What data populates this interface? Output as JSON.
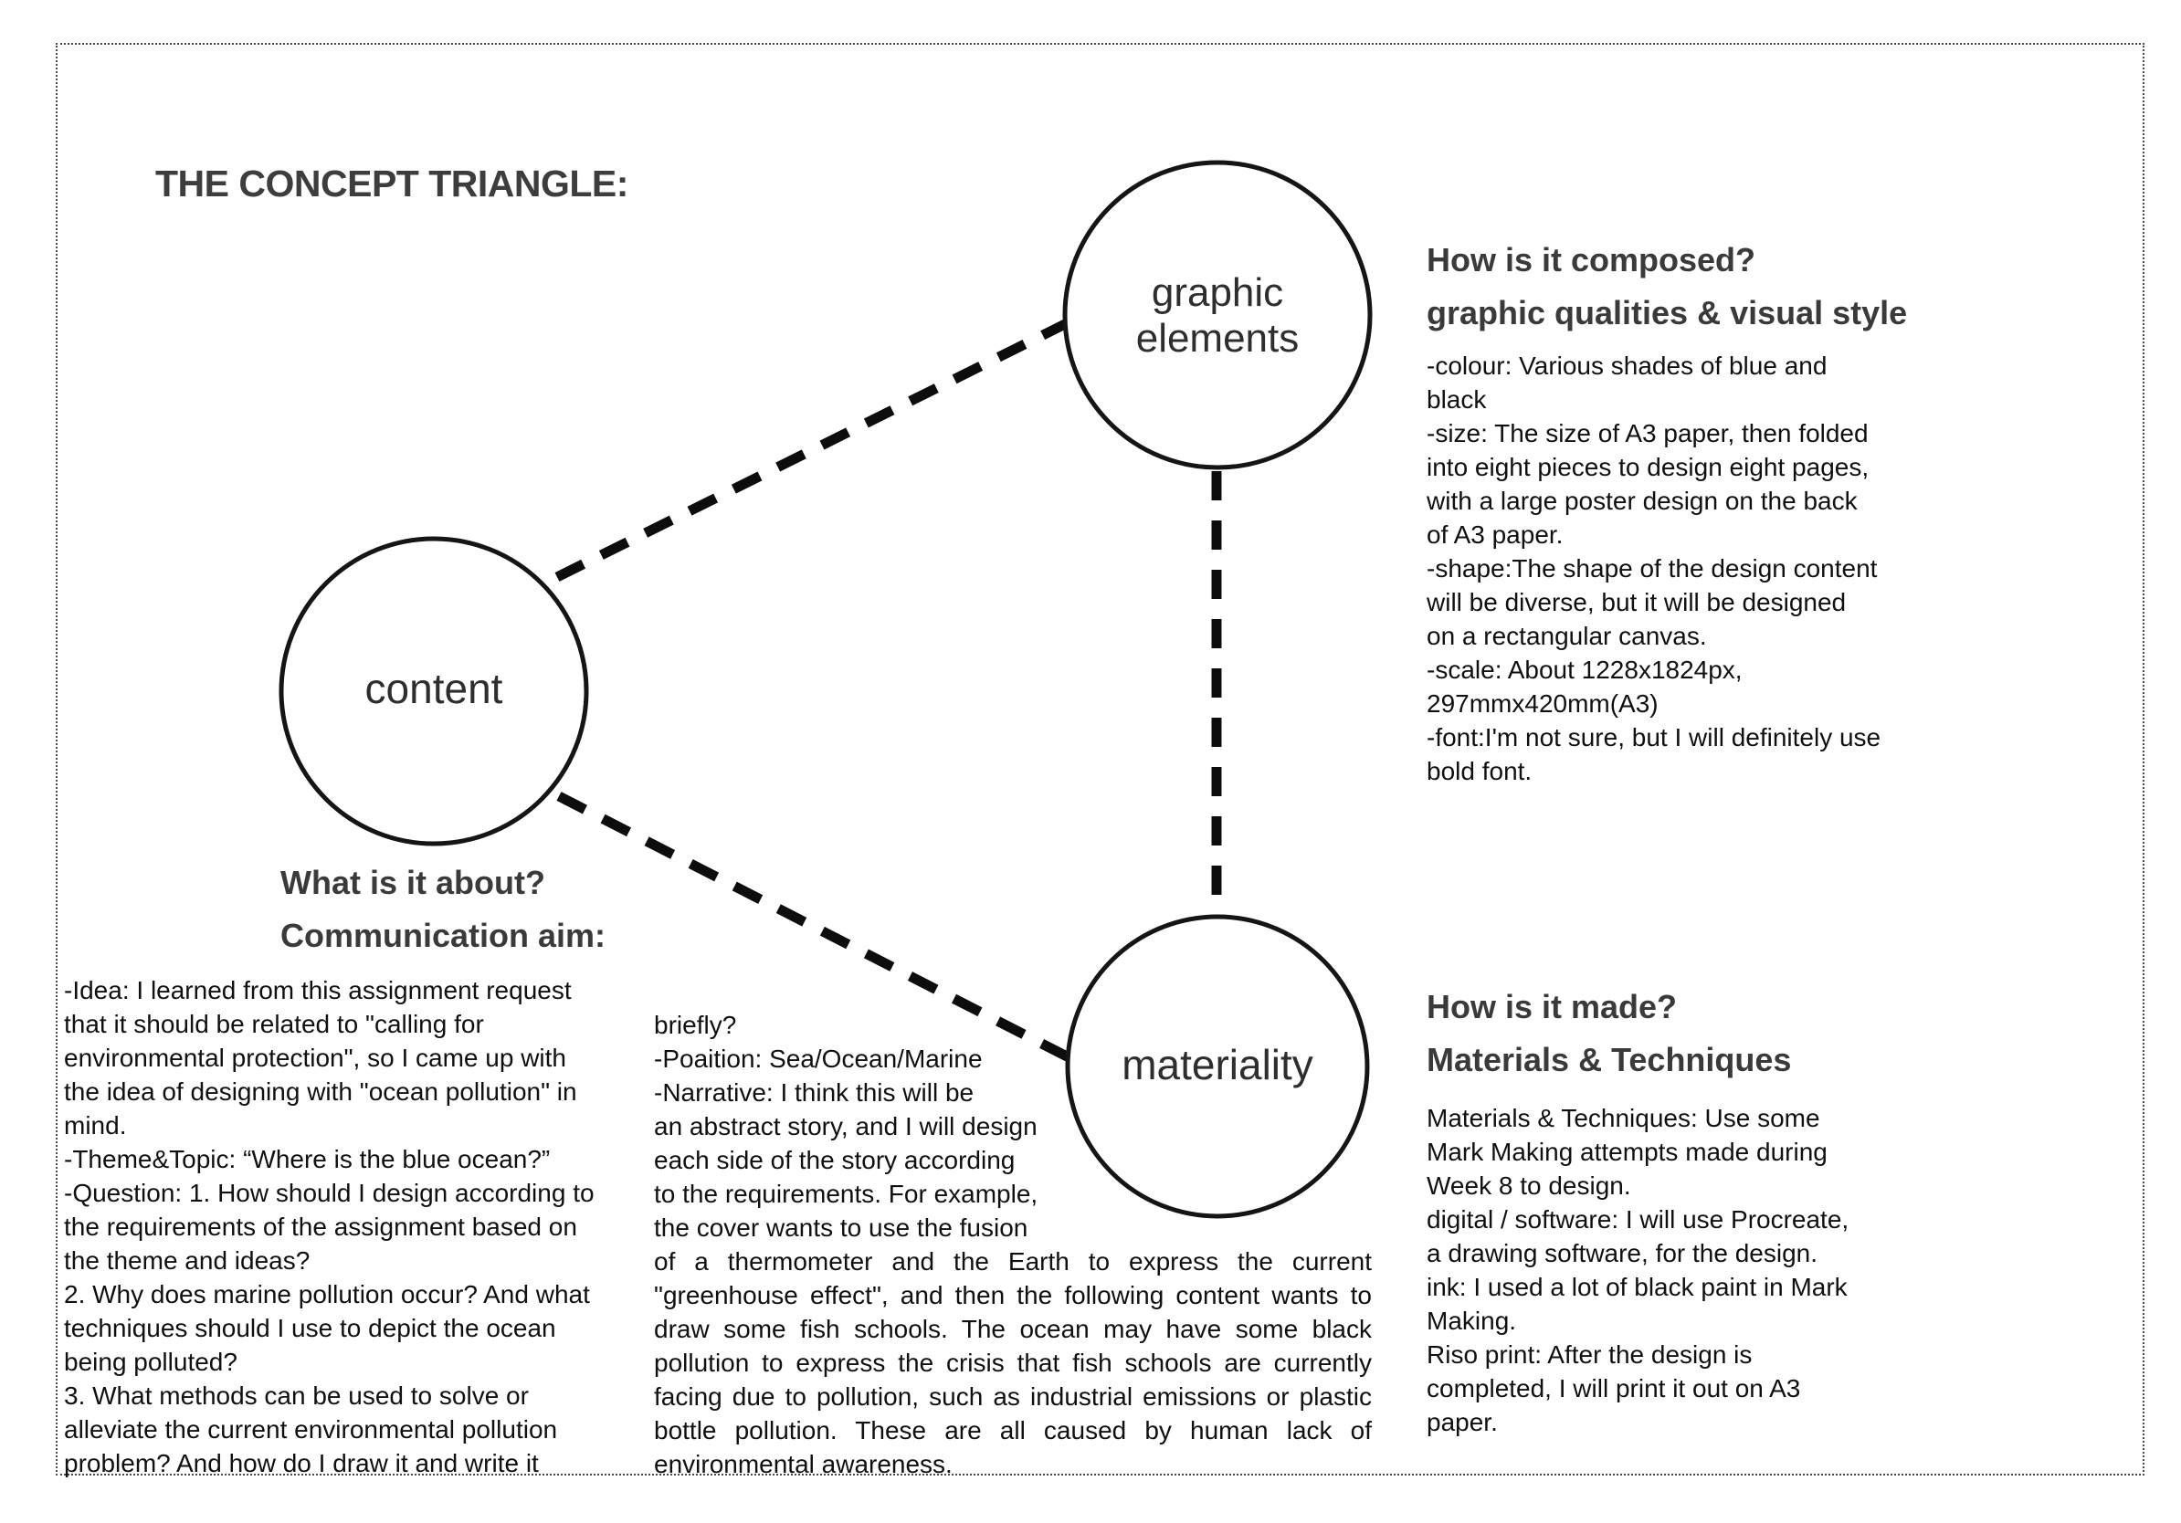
{
  "page": {
    "title": "THE CONCEPT TRIANGLE:"
  },
  "colors": {
    "ink": "#101010",
    "heading_gray": "#3a3a3a",
    "line_black": "#0d0d0d"
  },
  "triangle": {
    "nodes": {
      "graphic_elements": {
        "label_lines": [
          "graphic",
          "elements"
        ]
      },
      "content": {
        "label_lines": [
          "content"
        ]
      },
      "materiality": {
        "label_lines": [
          "materiality"
        ]
      }
    },
    "edges": [
      "content-to-graphic-elements",
      "content-to-materiality",
      "graphic-elements-to-materiality"
    ]
  },
  "sections": {
    "content": {
      "heading_lines": [
        "What is it about?",
        "Communication aim:"
      ],
      "body_lines": [
        "-Idea: I learned from this assignment request",
        "that it should be related to \"calling for",
        "environmental protection\", so I came up with",
        "the idea of designing with \"ocean pollution\" in",
        "mind.",
        "-Theme&Topic: “Where is the blue ocean?”",
        "-Question: 1. How should I design according to",
        "the requirements of the assignment based on",
        "the theme and ideas?",
        "2. Why does marine pollution occur? And what",
        "techniques should I use to depict the ocean",
        "being polluted?",
        "3. What methods can be used to solve or",
        "alleviate the current environmental pollution",
        "problem? And how do I draw it and write it"
      ],
      "continuation_lines": [
        "briefly?",
        "-Poaition: Sea/Ocean/Marine",
        "-Narrative: I think this will be",
        "an abstract story, and I will design",
        "each side of the story according",
        "to the requirements. For example,",
        "the cover wants to use the fusion"
      ],
      "continuation_justified": "of a thermometer and the Earth to express the current \"greenhouse effect\", and then the following content wants to draw some fish schools. The ocean may have some black pollution to express the crisis that fish schools are currently facing due to pollution, such as industrial emissions or plastic bottle pollution. These are all caused by human lack of environmental awareness."
    },
    "graphic_elements": {
      "heading_lines": [
        "How is it composed?",
        "graphic qualities & visual style"
      ],
      "body_lines": [
        "-colour: Various shades of blue and",
        "black",
        "-size: The size of A3 paper, then folded",
        "into eight pieces to design eight pages,",
        "with a large poster design on the back",
        "of A3 paper.",
        "-shape:The shape of the design content",
        "will be diverse, but it will be designed",
        "on a rectangular canvas.",
        "-scale: About 1228x1824px,",
        "297mmx420mm(A3)",
        "-font:I'm not sure, but I will definitely use",
        "bold font."
      ]
    },
    "materiality": {
      "heading_lines": [
        "How is it made?",
        "Materials & Techniques"
      ],
      "body_lines": [
        "Materials & Techniques: Use some",
        "Mark Making attempts made during",
        "Week 8 to design.",
        "digital / software: I will use Procreate,",
        "a drawing software, for the design.",
        "ink: I used a lot of black paint in Mark",
        "Making.",
        "Riso print: After the design is",
        "completed, I will print it out on A3",
        "paper."
      ]
    }
  }
}
